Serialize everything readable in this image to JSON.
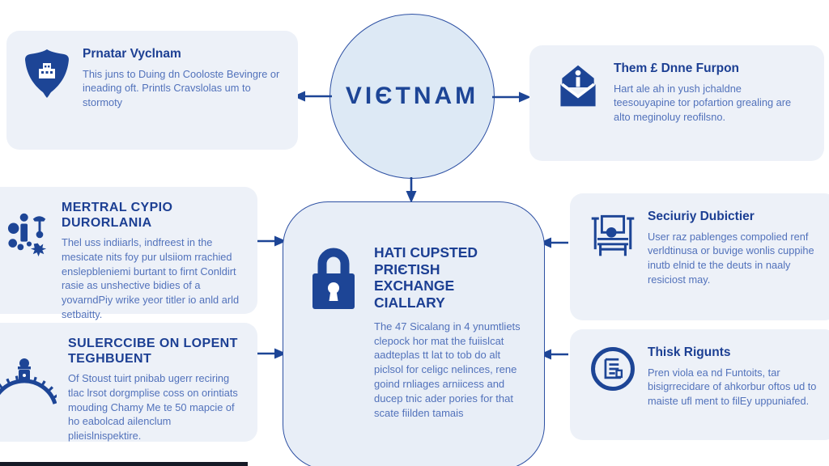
{
  "center": {
    "label": "VIЄTNAM"
  },
  "center_box": {
    "title_lines": [
      "HATI CUPSTED",
      "PRIЄTISH",
      "EXCHANGE CIALLARY"
    ],
    "body": "The 47 Sicalang in 4 ynumtliets clepock hor mat the fuiislcat aadteplas tt lat to tob do alt piclsol for celigc nelinces, rene goind rnliages arniicess and ducep tnic ader pories for that scate fiilden tamais",
    "icon": "padlock-icon"
  },
  "boxes": [
    {
      "id": "top-left",
      "icon": "shield-icon",
      "title": "Prnatar Vyclnam",
      "body": "This juns to Duing dn Cooloste Bevingre or ineading oft. Printls Cravslolas um to stormoty"
    },
    {
      "id": "top-right",
      "icon": "mail-info-icon",
      "title": "Them £ Dnne Furpon",
      "body": "Hart ale ah in yush jchaldne teesouyapine tor pofartion grealing are alto meginoluy reofilsno."
    },
    {
      "id": "mid-left",
      "icon": "info-cluster-icon",
      "title": "MERTRAL CYPIO DURORLANIA",
      "body": "Thel uss indiiarls, indfreest in the mesicate nits foy pur ulsiiom rrachied enslepbleniemi burtant to firnt Conldirt rasie as unshective bidies of a yovarndPiy wrike yeor titler io anld arld setbaitty."
    },
    {
      "id": "mid-right",
      "icon": "press-icon",
      "title": "Seciuriy Dubictier",
      "body": "User raz pablenges compolied renf verldtinusa or buvige wonlis cuppihe inutb elnid te the deuts in naaly resiciost may."
    },
    {
      "id": "bottom-left",
      "icon": "gauge-icon",
      "title": "SULERCCIBE ON LOPENT TEGHBUENT",
      "body": "Of Stoust tuirt pnibab ugerr reciring tlac lrsot dorgmplise coss on orintiats mouding Chamy Me te 50 mapcie of ho eabolcad ailenclum plieislnispektire."
    },
    {
      "id": "bottom-right",
      "icon": "document-circle-icon",
      "title": "Thisk Rigunts",
      "body": "Pren viola ea nd Funtoits, tar bisigrrecidare of ahkorbur oftos ud to maiste ufl ment to filEy uppuniafed."
    }
  ],
  "colors": {
    "accent_blue": "#1d4596",
    "title_blue": "#1c3f93",
    "body_blue": "#5272bb",
    "card_bg": "#edf1f8",
    "circle_bg": "#dde9f5",
    "center_box_bg": "#e8eef7",
    "border_blue": "#2d50a3",
    "bottom_bar": "#151a26"
  }
}
